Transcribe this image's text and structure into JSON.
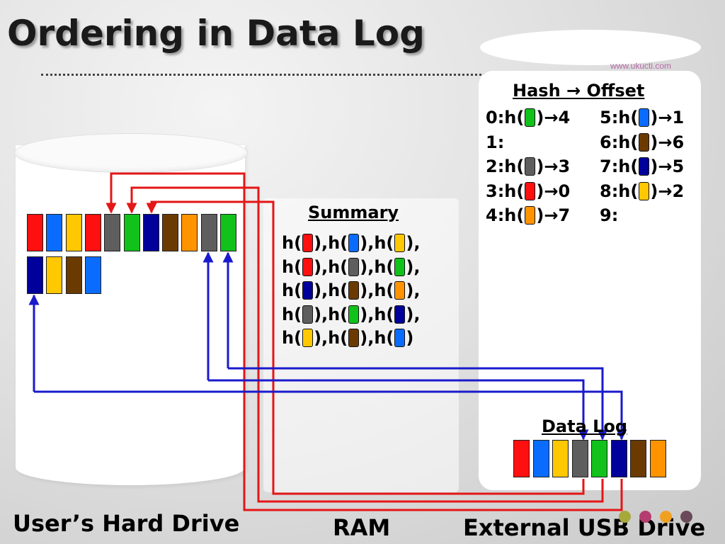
{
  "title": "Ordering in Data Log",
  "watermark": "www.ukucti.com",
  "colors": {
    "red": "#ff1010",
    "blue": "#0a6cff",
    "yellow": "#ffc800",
    "gray": "#5e5e5e",
    "green": "#10c21a",
    "navy": "#00009a",
    "brown": "#6b3a00",
    "orange": "#ff9300",
    "arrow_red": "#e41616",
    "arrow_blue": "#1a1acc"
  },
  "hard_drive": {
    "label": "User’s Hard Drive",
    "row1": [
      "red",
      "blue",
      "yellow",
      "red",
      "gray",
      "green",
      "navy",
      "brown",
      "orange",
      "gray",
      "green"
    ],
    "row2": [
      "navy",
      "yellow",
      "brown",
      "blue"
    ]
  },
  "ram": {
    "label": "RAM",
    "summary_heading": "Summary",
    "sep": ", ",
    "summary_lines": [
      [
        "red",
        "blue",
        "yellow"
      ],
      [
        "red",
        "gray",
        "green"
      ],
      [
        "navy",
        "brown",
        "orange"
      ],
      [
        "gray",
        "green",
        "navy"
      ],
      [
        "yellow",
        "brown",
        "blue"
      ]
    ]
  },
  "usb": {
    "label": "External USB Drive",
    "hash_heading": "Hash → Offset",
    "hash_left": [
      {
        "index": "0:",
        "color": "green",
        "offset": "4"
      },
      {
        "index": "1:",
        "color": null,
        "offset": null
      },
      {
        "index": "2:",
        "color": "gray",
        "offset": "3"
      },
      {
        "index": "3:",
        "color": "red",
        "offset": "0"
      },
      {
        "index": "4:",
        "color": "orange",
        "offset": "7"
      }
    ],
    "hash_right": [
      {
        "index": "5:",
        "color": "blue",
        "offset": "1"
      },
      {
        "index": "6:",
        "color": "brown",
        "offset": "6"
      },
      {
        "index": "7:",
        "color": "navy",
        "offset": "5"
      },
      {
        "index": "8:",
        "color": "yellow",
        "offset": "2"
      },
      {
        "index": "9:",
        "color": null,
        "offset": null
      }
    ],
    "data_log_heading": "Data Log",
    "data_log": [
      "red",
      "blue",
      "yellow",
      "gray",
      "green",
      "navy",
      "brown",
      "orange"
    ]
  },
  "footer_dots": [
    "#a7a83a",
    "#b53c6e",
    "#f0a020",
    "#6a4a5a"
  ]
}
